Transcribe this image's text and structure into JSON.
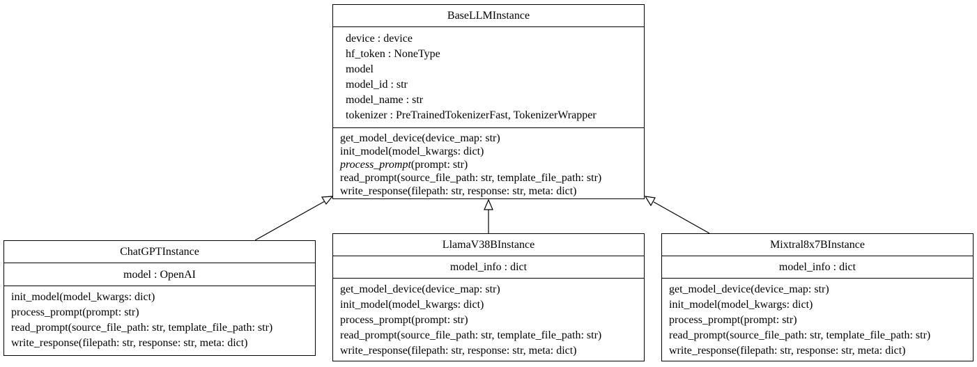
{
  "classes": {
    "base": {
      "name": "BaseLLMInstance",
      "attributes": [
        "device : device",
        "hf_token : NoneType",
        "model",
        "model_id : str",
        "model_name : str",
        "tokenizer : PreTrainedTokenizerFast, TokenizerWrapper"
      ],
      "methods": [
        {
          "name": "get_model_device",
          "args": "(device_map: str)",
          "abstract": false
        },
        {
          "name": "init_model",
          "args": "(model_kwargs: dict)",
          "abstract": false
        },
        {
          "name": "process_prompt",
          "args": "(prompt: str)",
          "abstract": true
        },
        {
          "name": "read_prompt",
          "args": "(source_file_path: str, template_file_path: str)",
          "abstract": false
        },
        {
          "name": "write_response",
          "args": "(filepath: str, response: str, meta: dict)",
          "abstract": false
        }
      ]
    },
    "chatgpt": {
      "name": "ChatGPTInstance",
      "attributes": [
        "model : OpenAI"
      ],
      "methods": [
        "init_model(model_kwargs: dict)",
        "process_prompt(prompt: str)",
        "read_prompt(source_file_path: str, template_file_path: str)",
        "write_response(filepath: str, response: str, meta: dict)"
      ]
    },
    "llama": {
      "name": "LlamaV38BInstance",
      "attributes": [
        "model_info : dict"
      ],
      "methods": [
        "get_model_device(device_map: str)",
        "init_model(model_kwargs: dict)",
        "process_prompt(prompt: str)",
        "read_prompt(source_file_path: str, template_file_path: str)",
        "write_response(filepath: str, response: str, meta: dict)"
      ]
    },
    "mixtral": {
      "name": "Mixtral8x7BInstance",
      "attributes": [
        "model_info : dict"
      ],
      "methods": [
        "get_model_device(device_map: str)",
        "init_model(model_kwargs: dict)",
        "process_prompt(prompt: str)",
        "read_prompt(source_file_path: str, template_file_path: str)",
        "write_response(filepath: str, response: str, meta: dict)"
      ]
    }
  },
  "relations": [
    {
      "type": "inheritance",
      "from": "ChatGPTInstance",
      "to": "BaseLLMInstance"
    },
    {
      "type": "inheritance",
      "from": "LlamaV38BInstance",
      "to": "BaseLLMInstance"
    },
    {
      "type": "inheritance",
      "from": "Mixtral8x7BInstance",
      "to": "BaseLLMInstance"
    }
  ],
  "colors": {
    "line": "#000000",
    "background": "#ffffff"
  }
}
